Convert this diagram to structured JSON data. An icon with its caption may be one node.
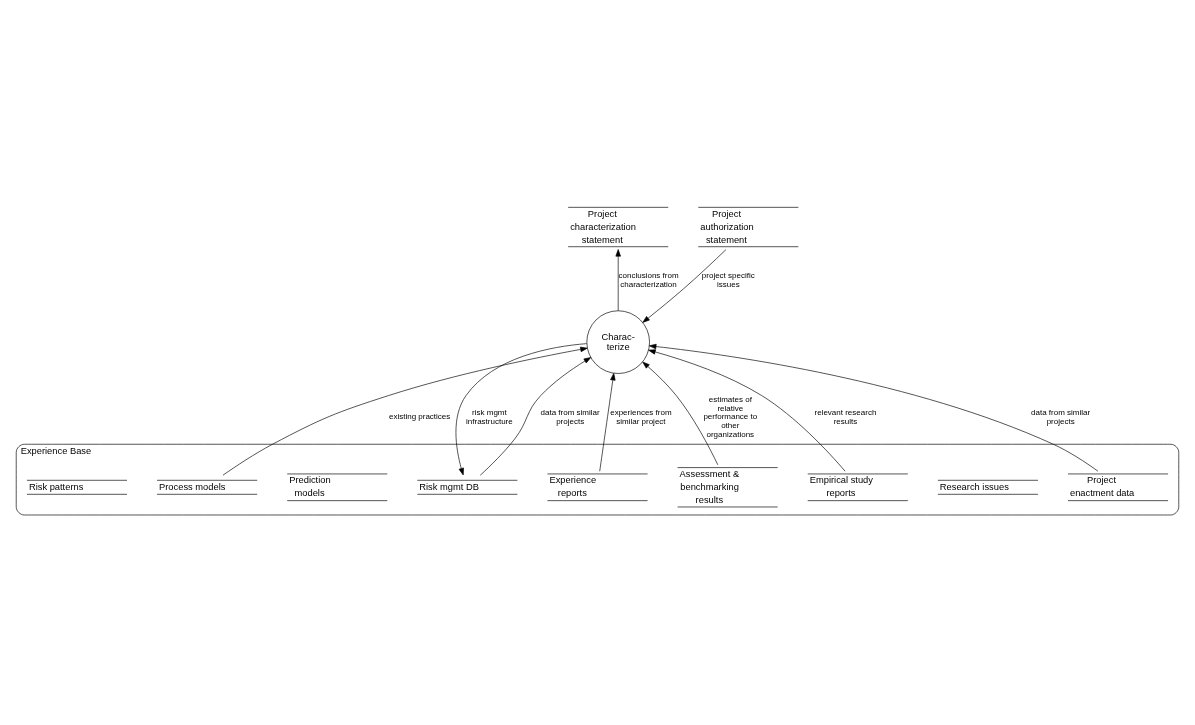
{
  "diagram": {
    "nodes": [
      {
        "text": [
          "Charac- terize"
        ]
      },
      {
        "text": [
          "Project authorization statement"
        ]
      },
      {
        "text": [
          "Project characterization statement"
        ]
      },
      {
        "text": [
          "Experience Base"
        ]
      },
      {
        "text": [
          "Process models"
        ],
        "in": 3
      },
      {
        "text": [
          "Research issues"
        ],
        "in": 3
      },
      {
        "text": [
          "Experience reports"
        ],
        "in": 3
      },
      {
        "text": [
          "Risk mgmt DB"
        ],
        "in": 3
      },
      {
        "text": [
          "Assessment & benchmarking results"
        ],
        "in": 3
      },
      {
        "text": [
          "Empirical study reports"
        ],
        "in": 3
      },
      {
        "text": [
          "Prediction models"
        ],
        "in": 3
      },
      {
        "text": [
          "Project enactment data"
        ],
        "in": 3
      },
      {
        "text": [
          "Risk patterns"
        ],
        "in": 3
      }
    ],
    "edges": [
      {
        "from": 1,
        "to": 0,
        "arrow": "to",
        "label": "project specific issues"
      },
      {
        "from": 0,
        "to": 2,
        "arrow": "to",
        "label": "conclusions from characterization"
      },
      {
        "from": 8,
        "to": 0,
        "arrow": "to",
        "label": "estimates of relative performance to other organizations"
      },
      {
        "from": 4,
        "to": 0,
        "arrow": "to",
        "label": "existing practices"
      },
      {
        "from": 9,
        "to": 0,
        "arrow": "to",
        "label": "relevant research results"
      },
      {
        "from": 6,
        "to": 0,
        "arrow": "to",
        "label": "experiences from similar project"
      },
      {
        "from": 11,
        "to": 0,
        "arrow": "to",
        "label": "data from similar projects"
      },
      {
        "from": 0,
        "to": 7,
        "arrow": "to",
        "label": "risk mgmt infrastructure"
      },
      {
        "from": 7,
        "to": 0,
        "arrow": "to",
        "label": "data from similar projects"
      }
    ]
  }
}
